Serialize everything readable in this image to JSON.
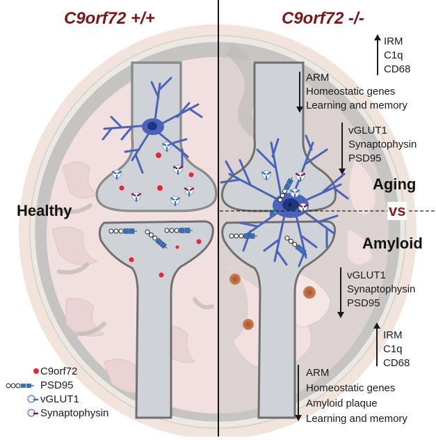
{
  "header": {
    "left_genotype": "C9orf72 +/+",
    "right_genotype": "C9orf72 -/-"
  },
  "labels": {
    "healthy": "Healthy",
    "aging": "Aging",
    "vs": "vs",
    "amyloid": "Amyloid"
  },
  "aging_effects": {
    "up": {
      "direction": "up",
      "items": [
        "IRM",
        "C1q",
        "CD68"
      ]
    },
    "down_microglia": {
      "direction": "down",
      "items": [
        "ARM",
        "Homeostatic genes",
        "Learning and memory"
      ]
    },
    "down_synaptic": {
      "direction": "down",
      "items": [
        "vGLUT1",
        "Synaptophysin",
        "PSD95"
      ]
    }
  },
  "amyloid_effects": {
    "down_synaptic": {
      "direction": "down",
      "items": [
        "vGLUT1",
        "Synaptophysin",
        "PSD95"
      ]
    },
    "up": {
      "direction": "up",
      "items": [
        "IRM",
        "C1q",
        "CD68"
      ]
    },
    "down_microglia": {
      "direction": "down",
      "items": [
        "ARM",
        "Homeostatic genes",
        "Amyloid plaque",
        "Learning and memory"
      ]
    }
  },
  "legend": {
    "items": [
      {
        "label": "C9orf72",
        "icon": "red-dot-icon"
      },
      {
        "label": "PSD95",
        "icon": "psd95-chain-icon"
      },
      {
        "label": "vGLUT1",
        "icon": "vesicle-blue-icon"
      },
      {
        "label": "Synaptophysin",
        "icon": "vesicle-maroon-icon"
      }
    ]
  },
  "colors": {
    "genotype_text": "#7a1518",
    "vs_text": "#8c1a1c",
    "microglia": "#4a62b8",
    "microglia_nucleus": "#1f3580",
    "c9orf72_dot": "#e8243a",
    "psd95_box": "#3a6fb5",
    "synaptophysin": "#7a1a2e",
    "plaque": "#b8642e",
    "skull": "#efe2dc",
    "brain_tissue": "#f5e6e6",
    "ventricle_gray": "#cfd2d6"
  }
}
